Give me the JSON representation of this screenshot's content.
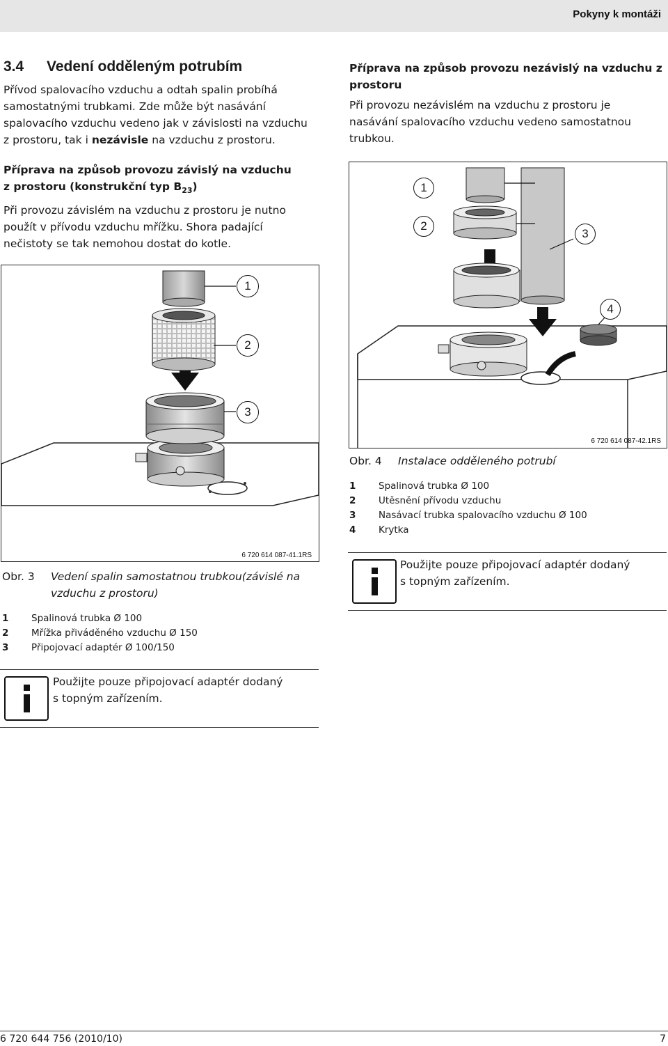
{
  "header": {
    "title": "Pokyny k montáži"
  },
  "section": {
    "number": "3.4",
    "title": "Vedení odděleným potrubím",
    "intro_lines": [
      "Přívod spalovacího vzduchu a odtah spalin probíhá",
      "samostatnými trubkami. Zde může být nasávání",
      "spalovacího vzduchu vedeno jak v závislosti na vzduchu"
    ],
    "intro_last_pre": "z prostoru, tak i ",
    "intro_last_bold": "nezávisle",
    "intro_last_post": " na vzduchu z prostoru."
  },
  "left_sub": {
    "heading_line1": "Příprava na způsob provozu závislý na vzduchu",
    "heading_line2_pre": "z prostoru (konstrukční typ B",
    "heading_sub": "23",
    "heading_line2_post": ")",
    "body_lines": [
      "Při provozu závislém na vzduchu z prostoru je nutno",
      "použít v přívodu vzduchu mřížku. Shora padající",
      "nečistoty se tak nemohou dostat do kotle."
    ]
  },
  "right_sub": {
    "heading_lines": [
      "Příprava na způsob provozu nezávislý na vzduchu z",
      "prostoru"
    ],
    "body_lines": [
      "Při provozu nezávislém na vzduchu z prostoru je",
      "nasávání spalovacího vzduchu vedeno samostatnou",
      "trubkou."
    ]
  },
  "figure3": {
    "callouts": [
      "1",
      "2",
      "3"
    ],
    "figure_id": "6 720 614 087-41.1RS",
    "caption_label": "Obr. 3",
    "caption_lines": [
      "Vedení spalin samostatnou trubkou(závislé na",
      "vzduchu z prostoru)"
    ],
    "legend": [
      {
        "num": "1",
        "text": "Spalinová trubka Ø 100"
      },
      {
        "num": "2",
        "text": "Mřížka přiváděného vzduchu Ø 150"
      },
      {
        "num": "3",
        "text": "Připojovací adaptér Ø 100/150"
      }
    ]
  },
  "figure4": {
    "callouts": [
      "1",
      "2",
      "3",
      "4"
    ],
    "figure_id": "6 720 614 087-42.1RS",
    "caption_label": "Obr. 4",
    "caption_text": "Instalace odděleného potrubí",
    "legend": [
      {
        "num": "1",
        "text": "Spalinová trubka Ø 100"
      },
      {
        "num": "2",
        "text": "Utěsnění přívodu vzduchu"
      },
      {
        "num": "3",
        "text": "Nasávací trubka spalovacího vzduchu Ø 100"
      },
      {
        "num": "4",
        "text": "Krytka"
      }
    ]
  },
  "info_left": {
    "icon": "info-icon",
    "lines": [
      "Použijte pouze připojovací adaptér dodaný",
      "s topným zařízením."
    ]
  },
  "info_right": {
    "icon": "info-icon",
    "lines": [
      "Použijte pouze připojovací adaptér dodaný",
      "s topným zařízením."
    ]
  },
  "footer": {
    "doc_number": "6 720 644 756 (2010/10)",
    "page": "7"
  }
}
